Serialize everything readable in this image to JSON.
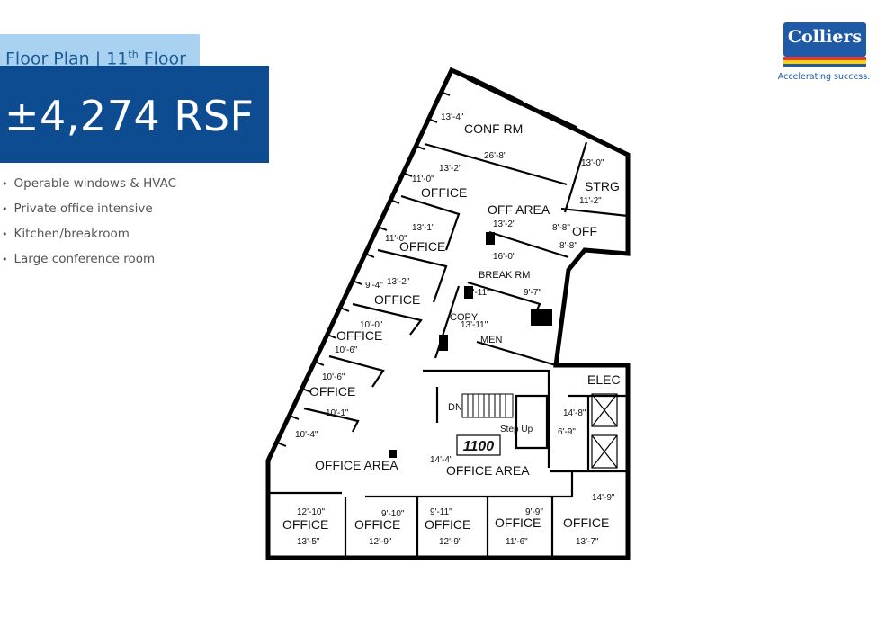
{
  "header": {
    "title_main": "Floor Plan | 11",
    "title_sup": "th",
    "title_tail": " Floor",
    "rsf": "±4,274 RSF"
  },
  "features": [
    "Operable windows & HVAC",
    "Private office intensive",
    "Kitchen/breakroom",
    "Large conference room"
  ],
  "logo": {
    "name": "Colliers",
    "tagline": "Accelerating success."
  },
  "colors": {
    "title_tab_bg": "#a9d2f0",
    "rsf_box_bg": "#0e4c92",
    "logo_blue": "#1f5aa6",
    "stripe_red": "#e03a3e",
    "stripe_yellow": "#ffd200"
  },
  "plan": {
    "suite": "1100",
    "rooms": {
      "conf_rm": "CONF RM",
      "strg": "STRG",
      "off_area_top": "OFF AREA",
      "off": "OFF",
      "break_rm": "BREAK RM",
      "copy": "COPY",
      "men": "MEN",
      "elec": "ELEC",
      "dn": "DN",
      "step_up": "Step Up",
      "office": "OFFICE",
      "office_area": "OFFICE AREA"
    },
    "dims": {
      "d1": "13'-4\"",
      "d2": "26'-8\"",
      "d3": "13'-0\"",
      "d4": "13'-2\"",
      "d5": "11'-0\"",
      "d6": "11'-2\"",
      "d7": "13'-2\"",
      "d8": "8'-8\"",
      "d9": "13'-1\"",
      "d10": "11'-0\"",
      "d11": "8'-8\"",
      "d12": "16'-0\"",
      "d13": "9'-4\"",
      "d14": "13'-2\"",
      "d15": "5'-11\"",
      "d16": "9'-7\"",
      "d17": "10'-0\"",
      "d18": "13'-11\"",
      "d19": "10'-6\"",
      "d20": "10'-6\"",
      "d21": "10'-1\"",
      "d22": "14'-8\"",
      "d23": "6'-9\"",
      "d24": "10'-4\"",
      "d25": "14'-4\"",
      "d26": "14'-9\"",
      "d27": "12'-10\"",
      "d28": "9'-10\"",
      "d29": "9'-11\"",
      "d30": "9'-9\"",
      "d31": "13'-5\"",
      "d32": "12'-9\"",
      "d33": "12'-9\"",
      "d34": "11'-6\"",
      "d35": "13'-7\""
    }
  }
}
